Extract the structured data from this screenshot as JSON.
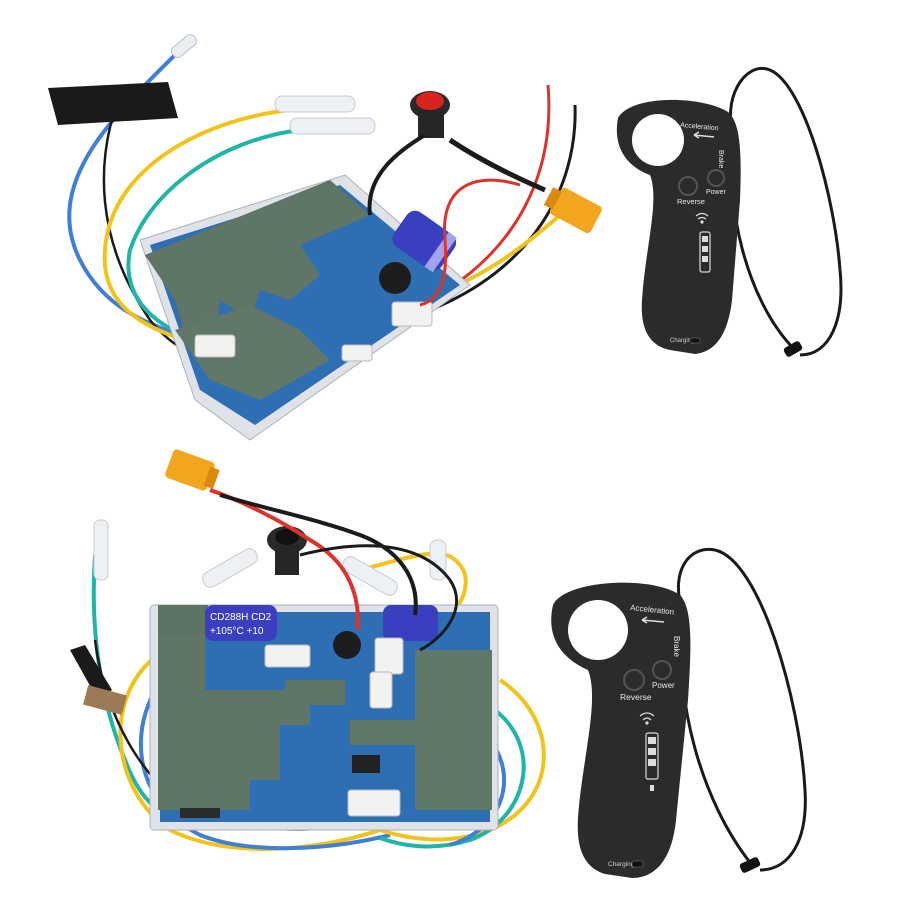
{
  "background_color": "#ffffff",
  "colors": {
    "wire_yellow": "#f2c318",
    "wire_blue": "#3f7fd6",
    "wire_teal": "#1fb5a8",
    "wire_red": "#e0312b",
    "wire_black": "#1b1b1b",
    "pcb_blue": "#2e6fb3",
    "insulation_pad": "#5f7566",
    "capacitor": "#3a3fbf",
    "xt60_connector": "#f2a51f",
    "remote_body": "#2a2b2d"
  },
  "remote_labels": {
    "acceleration": "Acceleration",
    "brake": "Brake",
    "power": "Power",
    "reverse": "Reverse",
    "charging": "Charging"
  },
  "capacitor_print": {
    "line1": "CD288H  CD2",
    "line2": "+105°C  +10"
  },
  "icons": {
    "wifi": "wifi-icon",
    "power": "power-icon",
    "arrow": "arrow-left-icon"
  }
}
